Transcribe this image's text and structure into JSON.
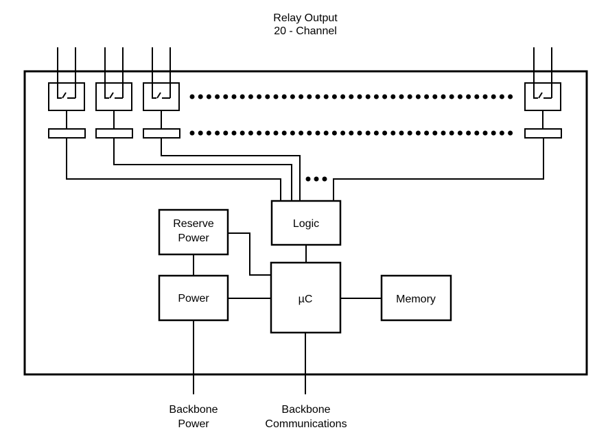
{
  "title": {
    "line1": "Relay Output",
    "line2": "20 - Channel"
  },
  "channel_count": 20,
  "blocks": {
    "reserve_power": {
      "line1": "Reserve",
      "line2": "Power"
    },
    "power": {
      "label": "Power"
    },
    "logic": {
      "label": "Logic"
    },
    "microcontroller": {
      "label": "µC"
    },
    "memory": {
      "label": "Memory"
    }
  },
  "external_labels": {
    "backbone_power": {
      "line1": "Backbone",
      "line2": "Power"
    },
    "backbone_communications": {
      "line1": "Backbone",
      "line2": "Communications"
    }
  },
  "colors": {
    "stroke": "#000000",
    "background": "#ffffff"
  }
}
